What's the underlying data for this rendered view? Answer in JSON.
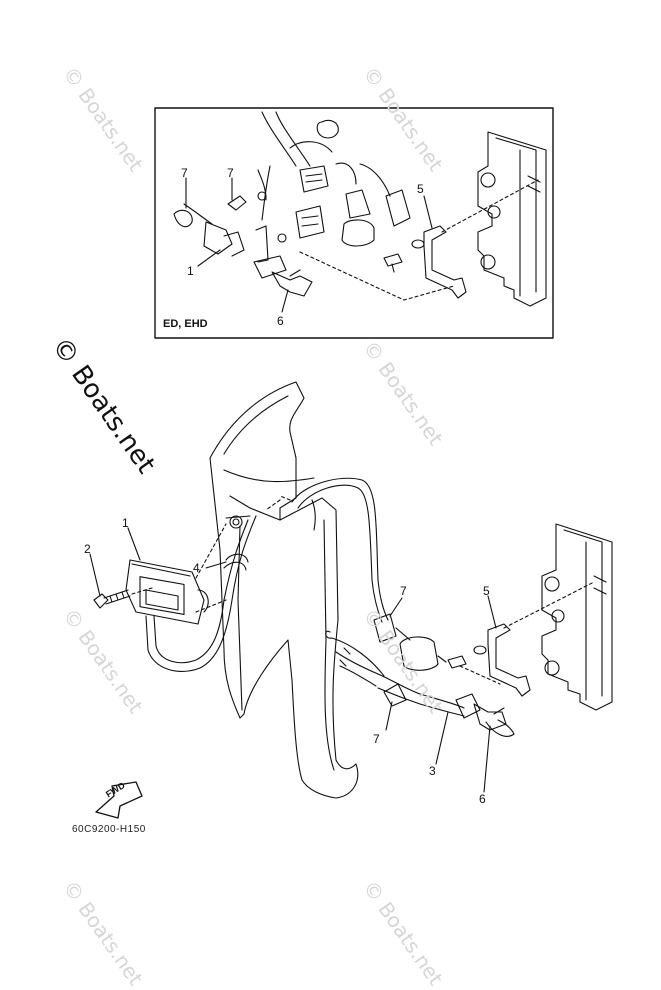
{
  "watermark_text": "© Boats.net",
  "brand_text": "© Boats.net",
  "inset": {
    "label": "ED, EHD"
  },
  "part_code": "60C9200-H150",
  "fwd_label": "FWD",
  "callouts": {
    "inset": [
      "7",
      "7",
      "1",
      "5",
      "6"
    ],
    "main": [
      "1",
      "2",
      "4",
      "7",
      "5",
      "7",
      "3",
      "6"
    ]
  },
  "colors": {
    "line": "#111111",
    "watermark": "#d6d6d6"
  }
}
